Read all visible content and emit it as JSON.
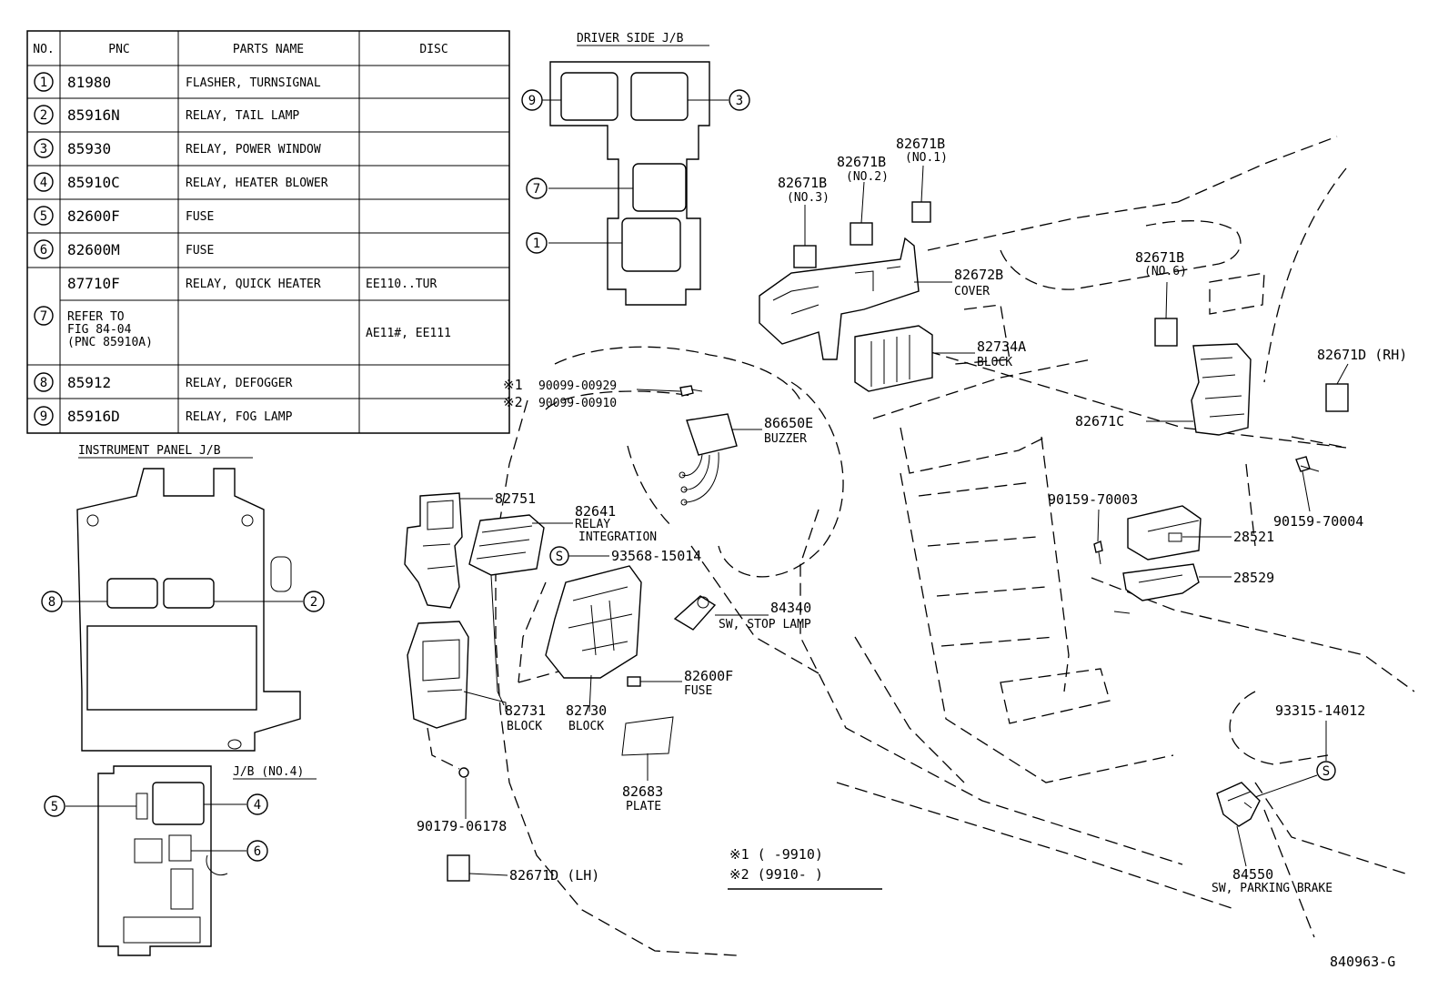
{
  "table": {
    "headers": [
      "NO.",
      "PNC",
      "PARTS NAME",
      "DISC"
    ],
    "rows": [
      {
        "no": "1",
        "pnc": "81980",
        "name": "FLASHER, TURNSIGNAL",
        "disc": ""
      },
      {
        "no": "2",
        "pnc": "85916N",
        "name": "RELAY, TAIL LAMP",
        "disc": ""
      },
      {
        "no": "3",
        "pnc": "85930",
        "name": "RELAY, POWER WINDOW",
        "disc": ""
      },
      {
        "no": "4",
        "pnc": "85910C",
        "name": "RELAY, HEATER BLOWER",
        "disc": ""
      },
      {
        "no": "5",
        "pnc": "82600F",
        "name": "FUSE",
        "disc": ""
      },
      {
        "no": "6",
        "pnc": "82600M",
        "name": "FUSE",
        "disc": ""
      },
      {
        "no": "7",
        "pnc": "87710F",
        "name": "RELAY, QUICK HEATER",
        "disc": "EE110..TUR"
      },
      {
        "no": "",
        "pnc_lines": [
          "REFER TO",
          "FIG 84-04",
          "(PNC 85910A)"
        ],
        "name": "",
        "disc": "AE11#, EE111"
      },
      {
        "no": "8",
        "pnc": "85912",
        "name": "RELAY, DEFOGGER",
        "disc": ""
      },
      {
        "no": "9",
        "pnc": "85916D",
        "name": "RELAY, FOG LAMP",
        "disc": ""
      }
    ]
  },
  "junction_blocks": {
    "driver_side": {
      "title": "DRIVER SIDE J/B",
      "callouts": [
        "9",
        "3",
        "7",
        "1"
      ]
    },
    "instrument_panel": {
      "title": "INSTRUMENT PANEL J/B",
      "callouts": [
        "8",
        "2"
      ]
    },
    "jb_no4": {
      "title": "J/B (NO.4)",
      "callouts": [
        "5",
        "4",
        "6"
      ]
    }
  },
  "part_labels": {
    "p82671b_no1": [
      "82671B",
      "(NO.1)"
    ],
    "p82671b_no2": [
      "82671B",
      "(NO.2)"
    ],
    "p82671b_no3": [
      "82671B",
      "(NO.3)"
    ],
    "p82672b": [
      "82672B",
      "COVER"
    ],
    "p82734a": [
      "82734A",
      "BLOCK"
    ],
    "p82671b_no6": [
      "82671B",
      "(NO.6)"
    ],
    "p82671d_rh": [
      "82671D (RH)"
    ],
    "p82671c": [
      "82671C"
    ],
    "bolt_a_1": [
      "※1",
      "90099-00929"
    ],
    "bolt_a_2": [
      "※2",
      "90099-00910"
    ],
    "p86650e": [
      "86650E",
      "BUZZER"
    ],
    "p82751": [
      "82751"
    ],
    "p82641": [
      "82641",
      "RELAY",
      "INTEGRATION"
    ],
    "p93568": [
      "S",
      "93568-15014"
    ],
    "p84340": [
      "84340",
      "SW, STOP LAMP"
    ],
    "p82600f": [
      "82600F",
      "FUSE"
    ],
    "p82731": [
      "82731",
      "BLOCK"
    ],
    "p82730": [
      "82730",
      "BLOCK"
    ],
    "p82683": [
      "82683",
      "PLATE"
    ],
    "p90179": [
      "90179-06178"
    ],
    "p82671d_lh": [
      "82671D (LH)"
    ],
    "p90159a": [
      "90159-70003"
    ],
    "p90159b": [
      "90159-70004"
    ],
    "p28521": [
      "28521"
    ],
    "p28529": [
      "28529"
    ],
    "p93315": [
      "93315-14012",
      "S"
    ],
    "p84550": [
      "84550",
      "SW, PARKING BRAKE"
    ]
  },
  "legend": {
    "line1": "※1 (    -9910)",
    "line2": "※2 (9910-     )"
  },
  "figure_id": "840963-G"
}
